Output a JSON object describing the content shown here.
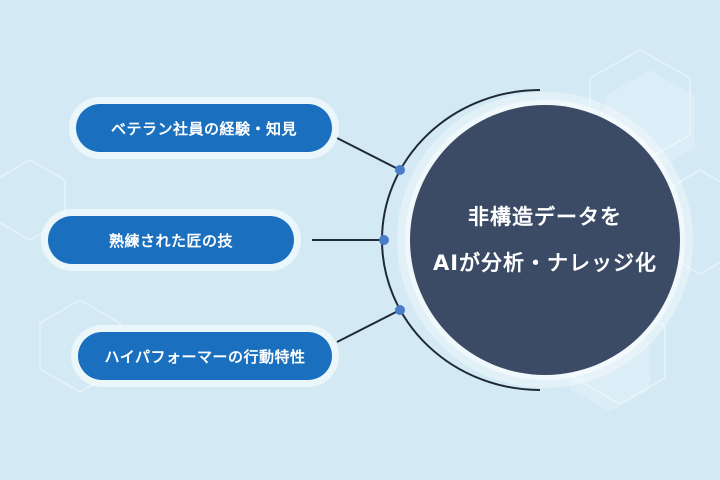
{
  "colors": {
    "background": "#d3eaf5",
    "pill": "#1a6fbf",
    "hub": "#3b4b66",
    "connector": "#1f2a38",
    "dot": "#4a7bc8"
  },
  "items": [
    {
      "label": "ベテラン社員の経験・知見"
    },
    {
      "label": "熟練された匠の技"
    },
    {
      "label": "ハイパフォーマーの行動特性"
    }
  ],
  "hub": {
    "line1": "非構造データを",
    "line2": "AIが分析・ナレッジ化"
  }
}
